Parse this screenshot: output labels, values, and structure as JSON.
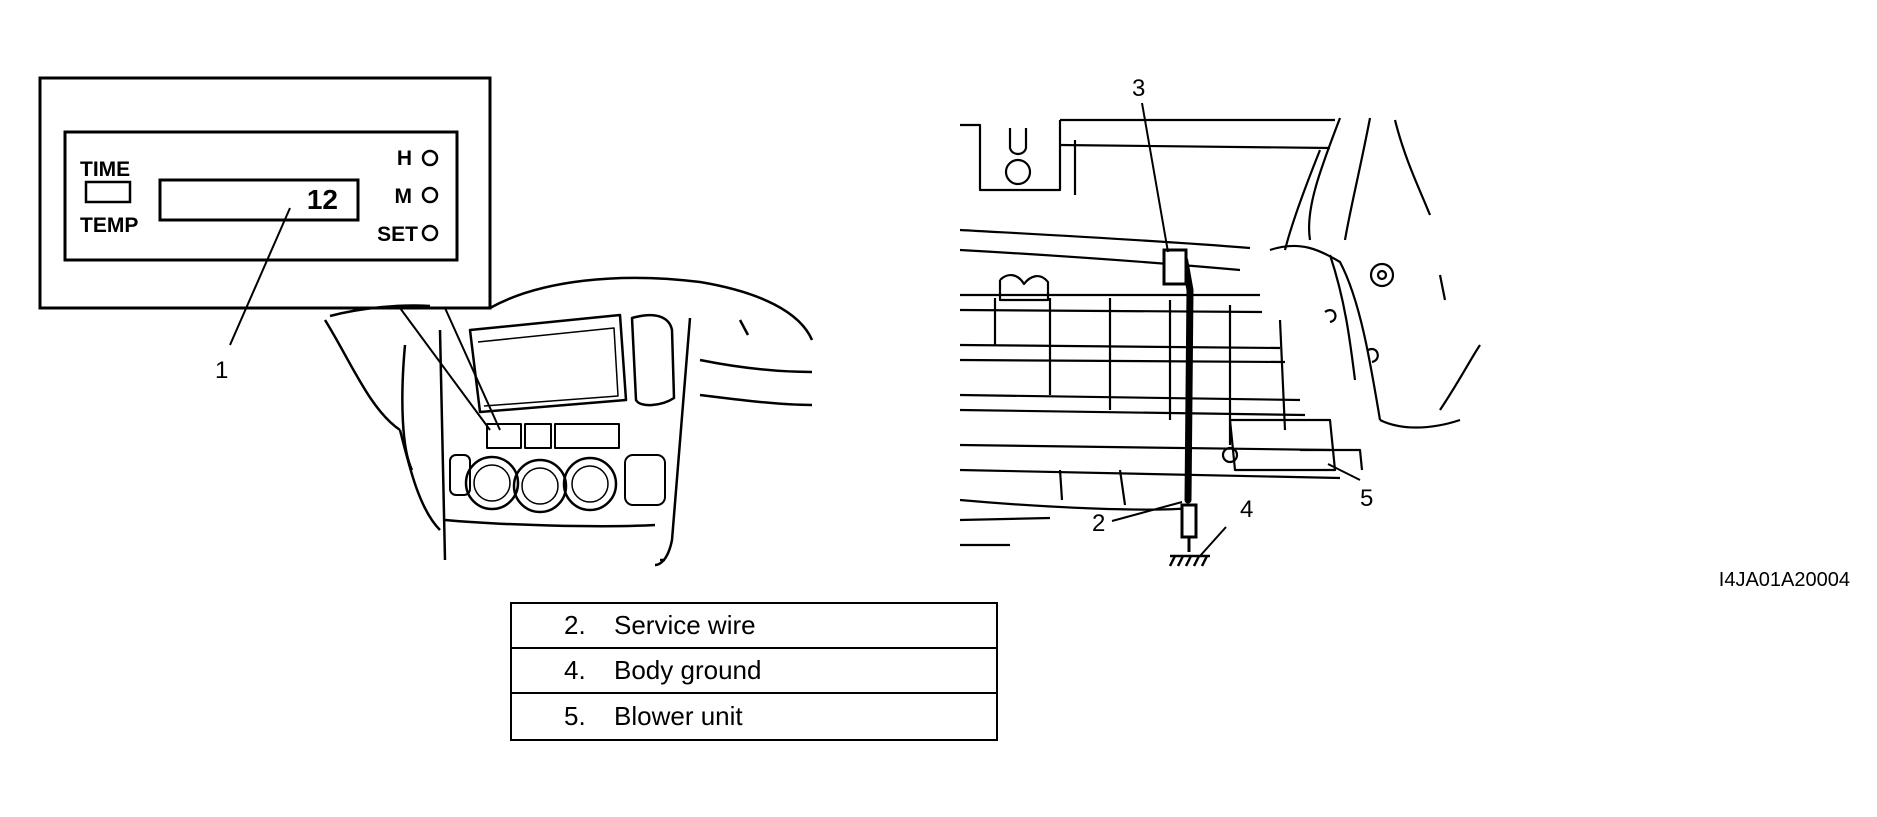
{
  "panel": {
    "left_top": "TIME",
    "left_bottom": "TEMP",
    "display_value": "12",
    "right_h": "H",
    "right_m": "M",
    "right_set": "SET"
  },
  "callouts": {
    "c1": "1",
    "c2": "2",
    "c3": "3",
    "c4": "4",
    "c5": "5"
  },
  "figure_code": "I4JA01A20004",
  "legend": [
    {
      "num": "2.",
      "label": "Service wire"
    },
    {
      "num": "4.",
      "label": "Body ground"
    },
    {
      "num": "5.",
      "label": "Blower unit"
    }
  ]
}
